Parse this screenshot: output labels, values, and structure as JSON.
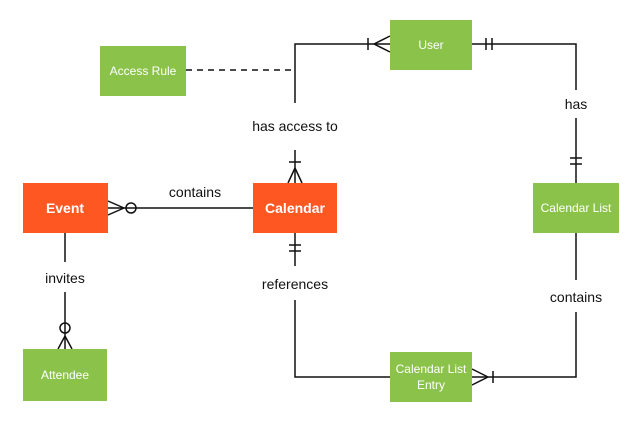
{
  "colors": {
    "primary_entity": "#ff5722",
    "secondary_entity": "#8bc34a",
    "line": "#111111",
    "label_bg": "#ffffff"
  },
  "entities": {
    "user": {
      "label": "User"
    },
    "access_rule": {
      "label": "Access Rule"
    },
    "event": {
      "label": "Event"
    },
    "calendar": {
      "label": "Calendar"
    },
    "calendar_list": {
      "label": "Calendar List"
    },
    "attendee": {
      "label": "Attendee"
    },
    "calendar_list_entry": {
      "line1": "Calendar List",
      "line2": "Entry"
    }
  },
  "relationships": {
    "has": "has",
    "has_access_to": "has access to",
    "contains_event": "contains",
    "invites": "invites",
    "references": "references",
    "contains_entry": "contains"
  }
}
